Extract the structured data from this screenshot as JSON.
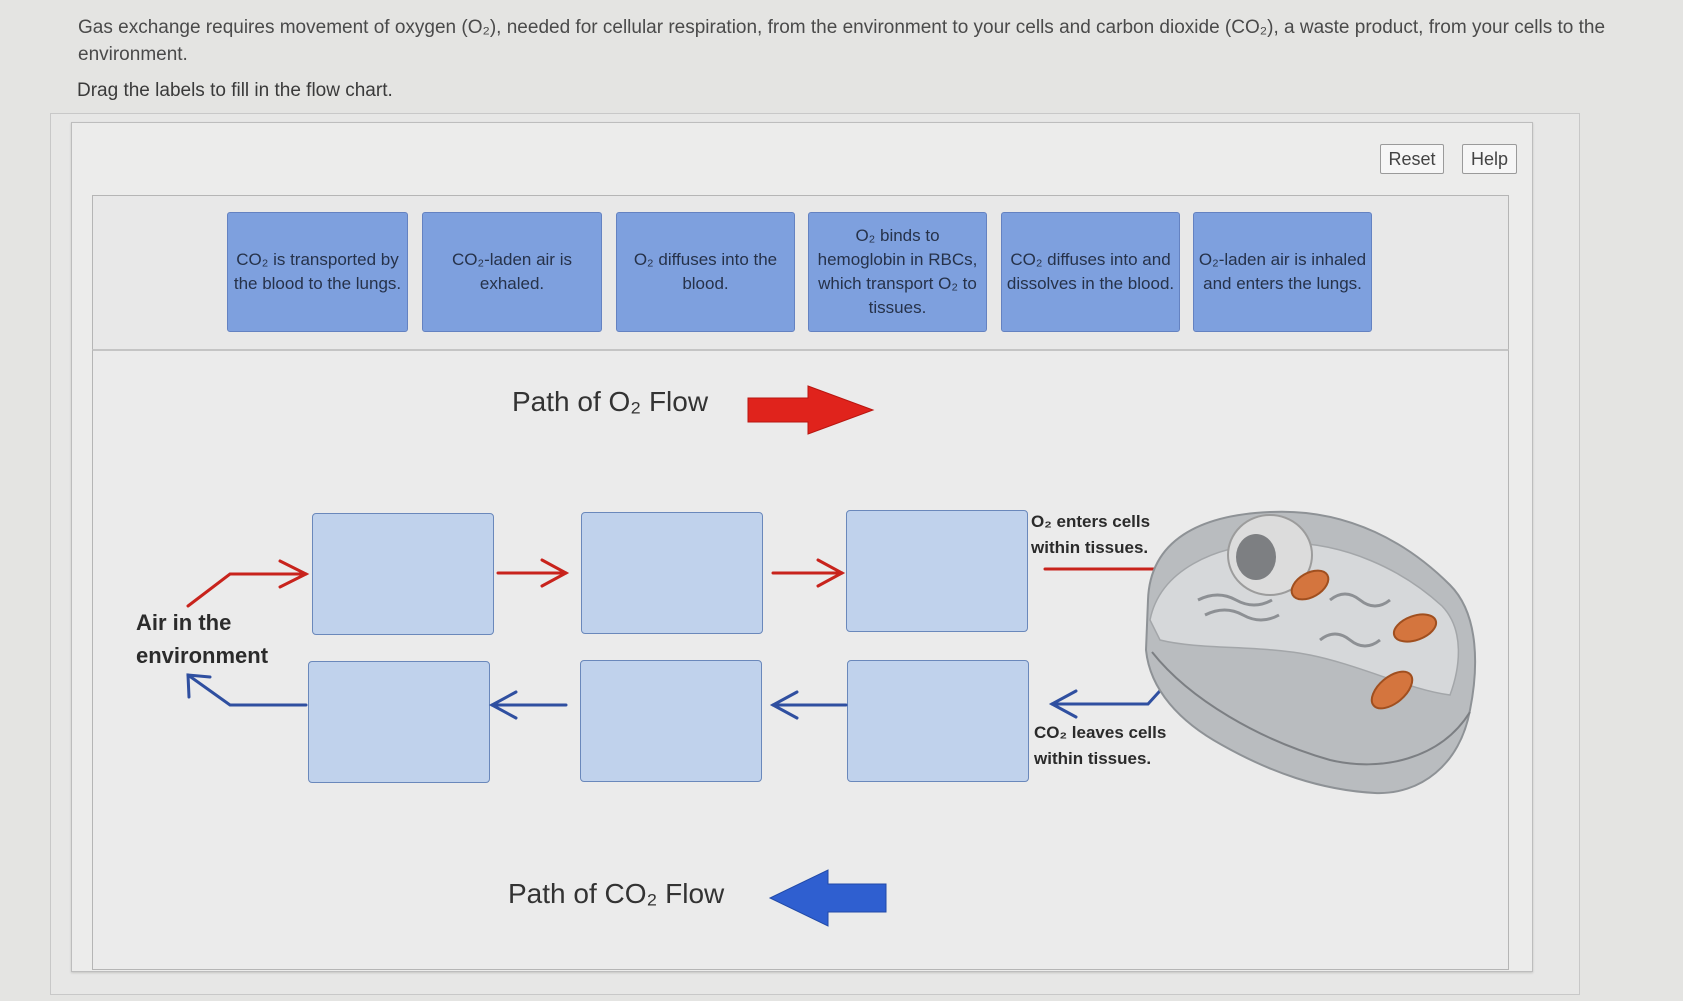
{
  "question": {
    "intro": "Gas exchange requires movement of oxygen (O₂), needed for cellular respiration, from the environment to your cells and carbon dioxide (CO₂), a waste product, from your cells to the environment.",
    "instruction": "Drag the labels to fill in the flow chart."
  },
  "toolbar": {
    "reset_label": "Reset",
    "help_label": "Help"
  },
  "labels": [
    "CO₂ is transported by the blood to the lungs.",
    "CO₂-laden air is exhaled.",
    "O₂ diffuses into the blood.",
    "O₂ binds to hemoglobin in RBCs, which transport O₂ to tissues.",
    "CO₂ diffuses into and dissolves in the blood.",
    "O₂-laden air is inhaled and enters the lungs."
  ],
  "diagram": {
    "o2_path_title": "Path of O₂ Flow",
    "co2_path_title": "Path of CO₂ Flow",
    "environment_label": "Air in the environment",
    "o2_enters_label": "O₂ enters cells within tissues.",
    "co2_leaves_label": "CO₂ leaves cells within tissues.",
    "drop_targets_count": 6
  },
  "colors": {
    "label_fill": "#7ea0de",
    "target_fill": "#c0d2ec",
    "o2_arrow": "#e0231c",
    "co2_arrow": "#2f5fd0"
  }
}
